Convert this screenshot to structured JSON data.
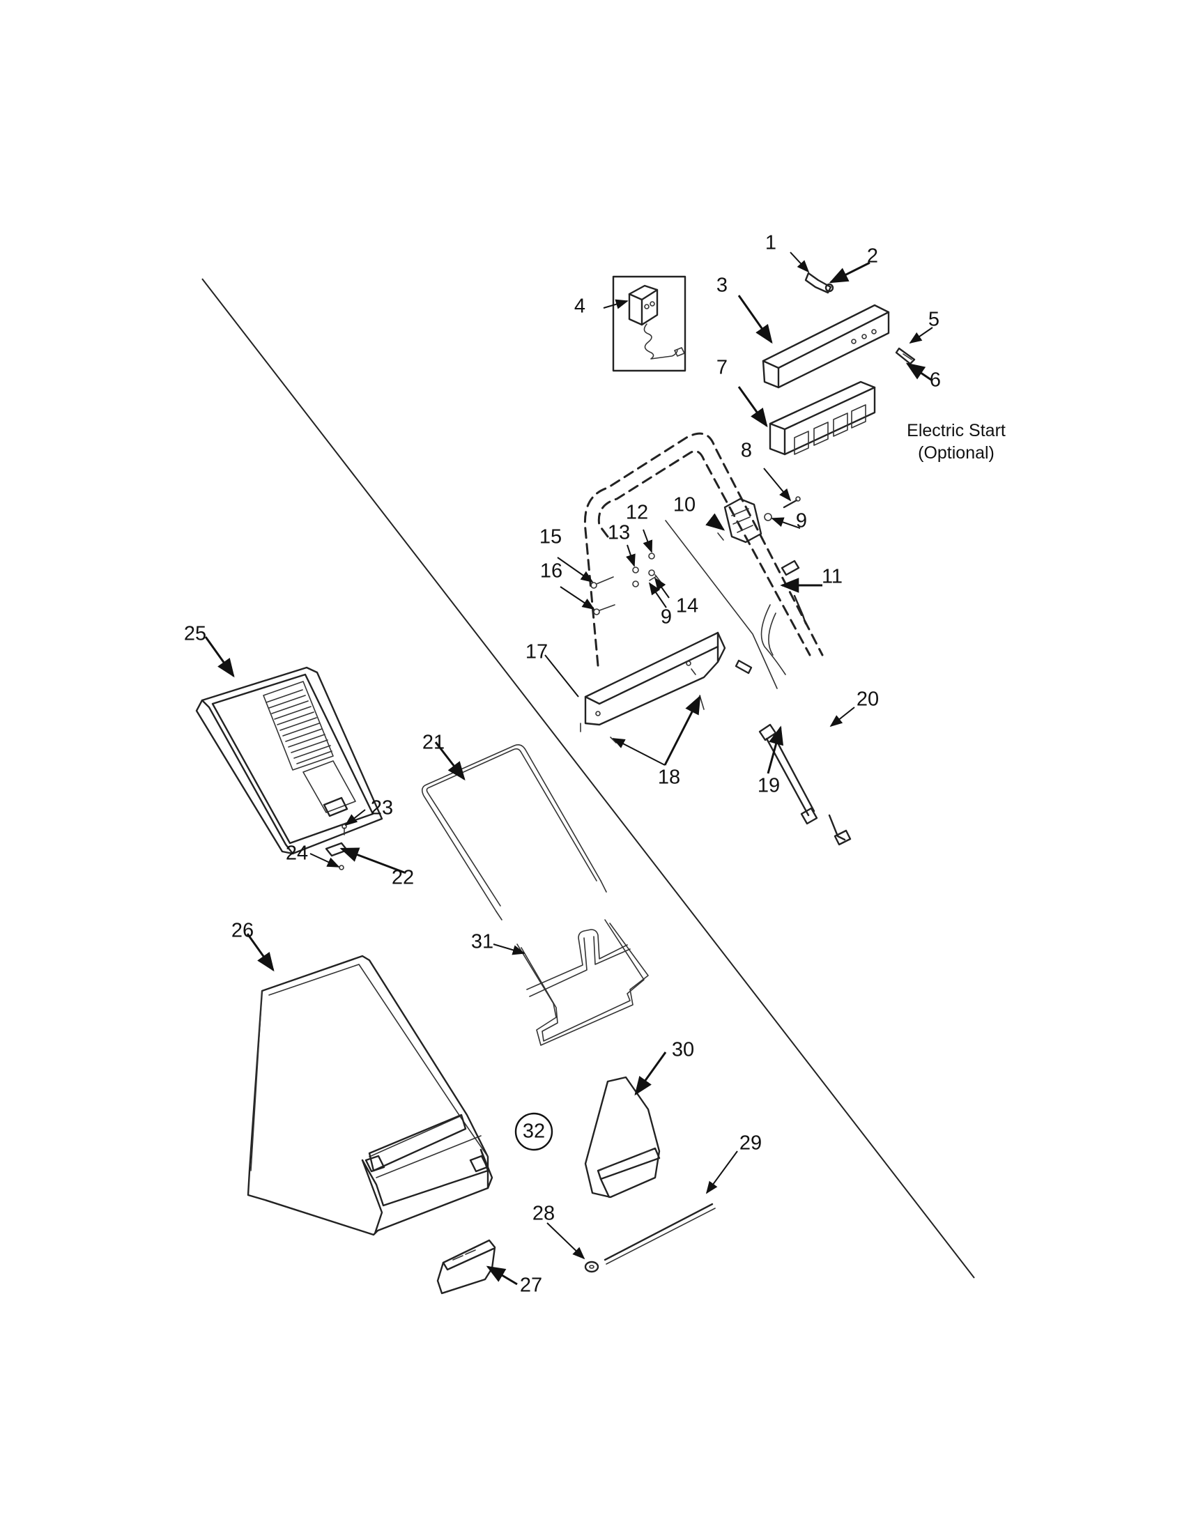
{
  "labels": {
    "p1": "1",
    "p2": "2",
    "p3": "3",
    "p4": "4",
    "p5": "5",
    "p6": "6",
    "p7": "7",
    "p8": "8",
    "p9a": "9",
    "p9b": "9",
    "p10": "10",
    "p11": "11",
    "p12": "12",
    "p13": "13",
    "p14": "14",
    "p15": "15",
    "p16": "16",
    "p17": "17",
    "p18": "18",
    "p19": "19",
    "p20": "20",
    "p21": "21",
    "p22": "22",
    "p23": "23",
    "p24": "24",
    "p25": "25",
    "p26": "26",
    "p27": "27",
    "p28": "28",
    "p29": "29",
    "p30": "30",
    "p31": "31",
    "p32": "32"
  },
  "note": {
    "line1": "Electric Start",
    "line2": "(Optional)"
  }
}
